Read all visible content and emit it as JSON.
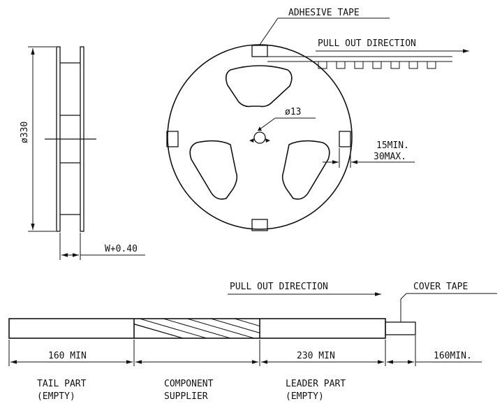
{
  "labels": {
    "adhesive_tape": "ADHESIVE TAPE",
    "pull_out_top": "PULL OUT DIRECTION",
    "hub_diameter": "ø13",
    "reel_diameter": "ø330",
    "min15": "15MIN.",
    "max30": "30MAX.",
    "width": "W+0.40",
    "pull_out_bottom": "PULL OUT DIRECTION",
    "cover_tape": "COVER TAPE",
    "dim_tail": "160 MIN",
    "dim_leader": "230 MIN",
    "dim_end": "160MIN.",
    "tail_line1": "TAIL PART",
    "tail_line2": "(EMPTY)",
    "comp_line1": "COMPONENT",
    "comp_line2": "SUPPLIER",
    "leader_line1": "LEADER PART",
    "leader_line2": "(EMPTY)"
  }
}
